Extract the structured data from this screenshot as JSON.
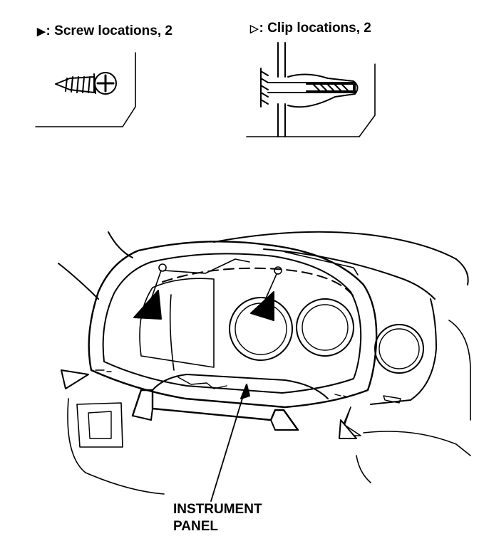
{
  "legend": {
    "screw_symbol": "▶",
    "screw_text": ": Screw locations, 2",
    "clip_symbol": "▷",
    "clip_text": ": Clip locations, 2"
  },
  "callout": {
    "line1": "INSTRUMENT",
    "line2": "PANEL"
  },
  "icons": [
    "screw-icon",
    "clip-icon",
    "screw-marker-icon",
    "clip-marker-icon"
  ],
  "colors": {
    "ink": "#000000",
    "paper": "#ffffff"
  }
}
